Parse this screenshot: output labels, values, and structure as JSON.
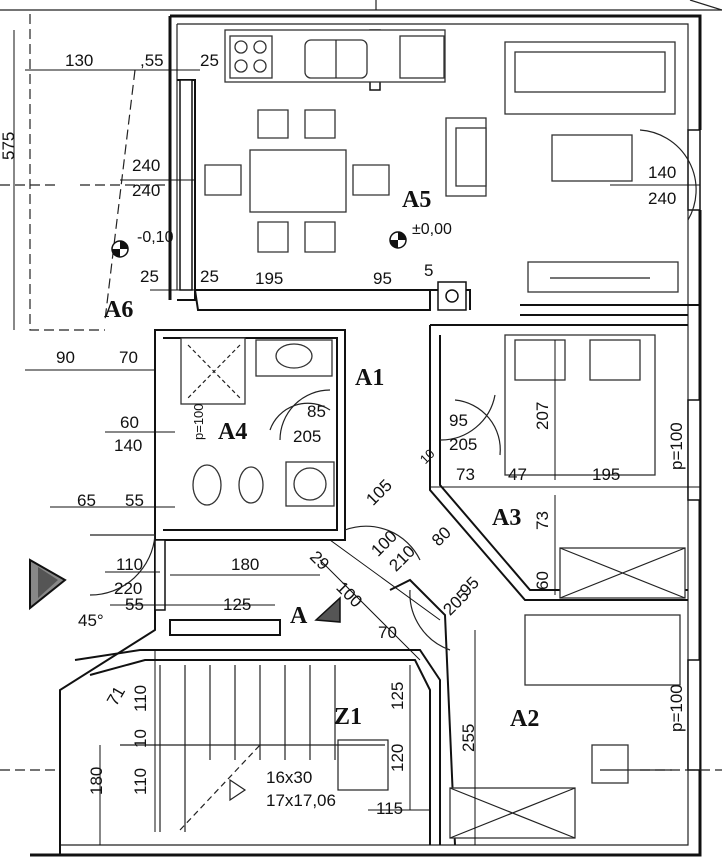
{
  "rooms": {
    "a5": "A5",
    "a6": "A6",
    "a1": "A1",
    "a4": "A4",
    "a3": "A3",
    "a2": "A2",
    "z1": "Z1",
    "a": "A"
  },
  "levels": {
    "a6": "-0,10",
    "a5": "±0,00"
  },
  "dims": {
    "d130": "130",
    "d155a": ",55",
    "d25a": "25",
    "d240a": "240",
    "d240b": "240",
    "d010": "-0,10",
    "d25b": "25",
    "d25c": "25",
    "d195a": "195",
    "d95a": "95",
    "d5": "5",
    "d140a": "140",
    "d240c": "240",
    "d90": "90",
    "d70a": "70",
    "d60a": "60",
    "d140b": "140",
    "d85": "85",
    "d205a": "205",
    "d95b": "95",
    "d205b": "205",
    "d73a": "73",
    "d47": "47",
    "d195b": "195",
    "d65": "65",
    "d55a": "55",
    "d105": "105",
    "d110a": "110",
    "d220": "220",
    "d55b": "55",
    "d180a": "180",
    "d125a": "125",
    "d100a": "100",
    "d210": "210",
    "d80": "80",
    "d100b": "100",
    "d70b": "70",
    "d205c": "205",
    "d95c": "95",
    "d45": "45°",
    "d110b": "110",
    "d10": "10",
    "d110c": "110",
    "d180b": "180",
    "d16x30": "16x30",
    "d17x17": "17x17,06",
    "d115": "115",
    "d125b": "125",
    "d120": "120",
    "d255": "255",
    "d207": "207",
    "d73b": "73",
    "d60b": "60",
    "p100a": "p=100",
    "p100b": "p=100",
    "p100c": "p=100",
    "d575": "575",
    "d10b": "10",
    "d29": "29",
    "d71": "71"
  }
}
